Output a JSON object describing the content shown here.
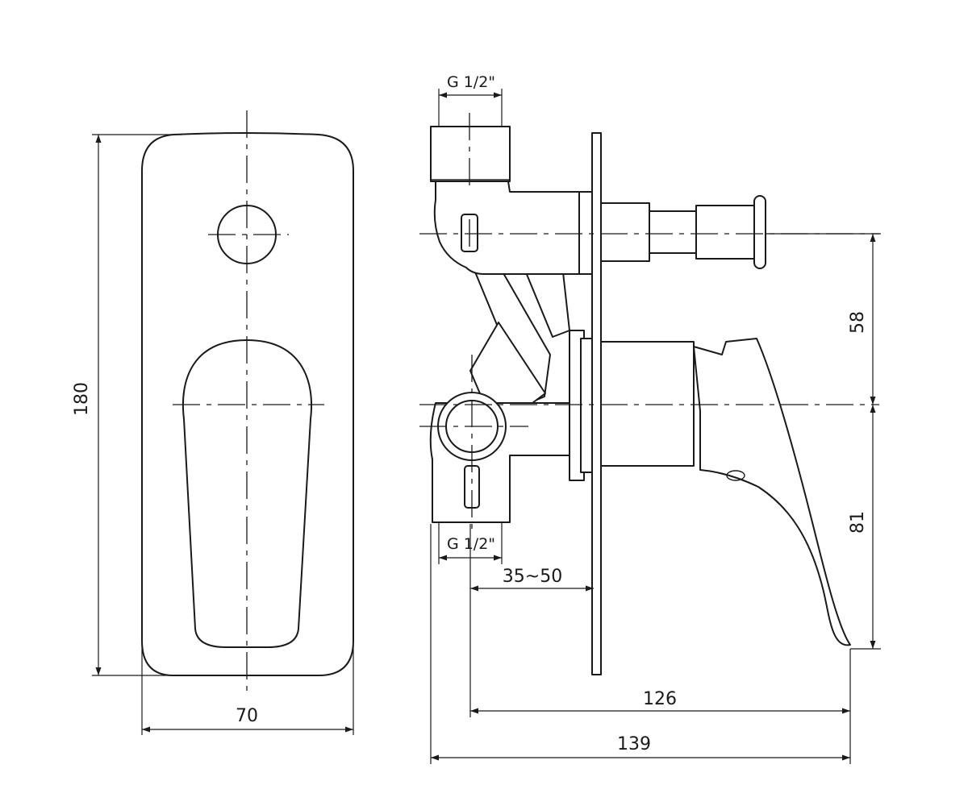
{
  "front_view": {
    "height_label": "180",
    "width_label": "70"
  },
  "side_view": {
    "top_thread_label": "G 1/2\"",
    "bottom_thread_label": "G 1/2\"",
    "wall_depth_label": "35~50",
    "upper_offset_label": "58",
    "lower_offset_label": "81",
    "length_to_plate_label": "126",
    "overall_length_label": "139"
  },
  "colors": {
    "line": "#1a1a1a",
    "background": "#ffffff"
  }
}
